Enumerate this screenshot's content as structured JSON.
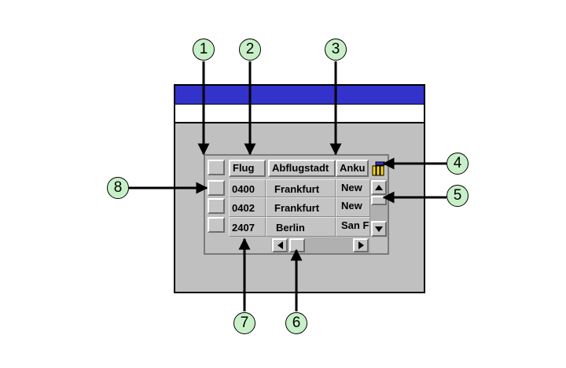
{
  "table": {
    "columns": [
      "Flug",
      "Abflugstadt",
      "Anku"
    ],
    "rows": [
      [
        "0400",
        "Frankfurt",
        "New"
      ],
      [
        "0402",
        "Frankfurt",
        "New"
      ],
      [
        "2407",
        "Berlin",
        "San F"
      ]
    ]
  },
  "callouts": [
    "1",
    "2",
    "3",
    "4",
    "5",
    "6",
    "7",
    "8"
  ],
  "icons": {
    "column_settings": "table-settings-icon",
    "scroll_up": "arrow-up-icon",
    "scroll_down": "arrow-down-icon",
    "scroll_left": "arrow-left-icon",
    "scroll_right": "arrow-right-icon"
  },
  "colors": {
    "titlebar": "#3333cc",
    "window_bg": "#c0c0c0",
    "callout_fill": "#c8f0c8"
  }
}
